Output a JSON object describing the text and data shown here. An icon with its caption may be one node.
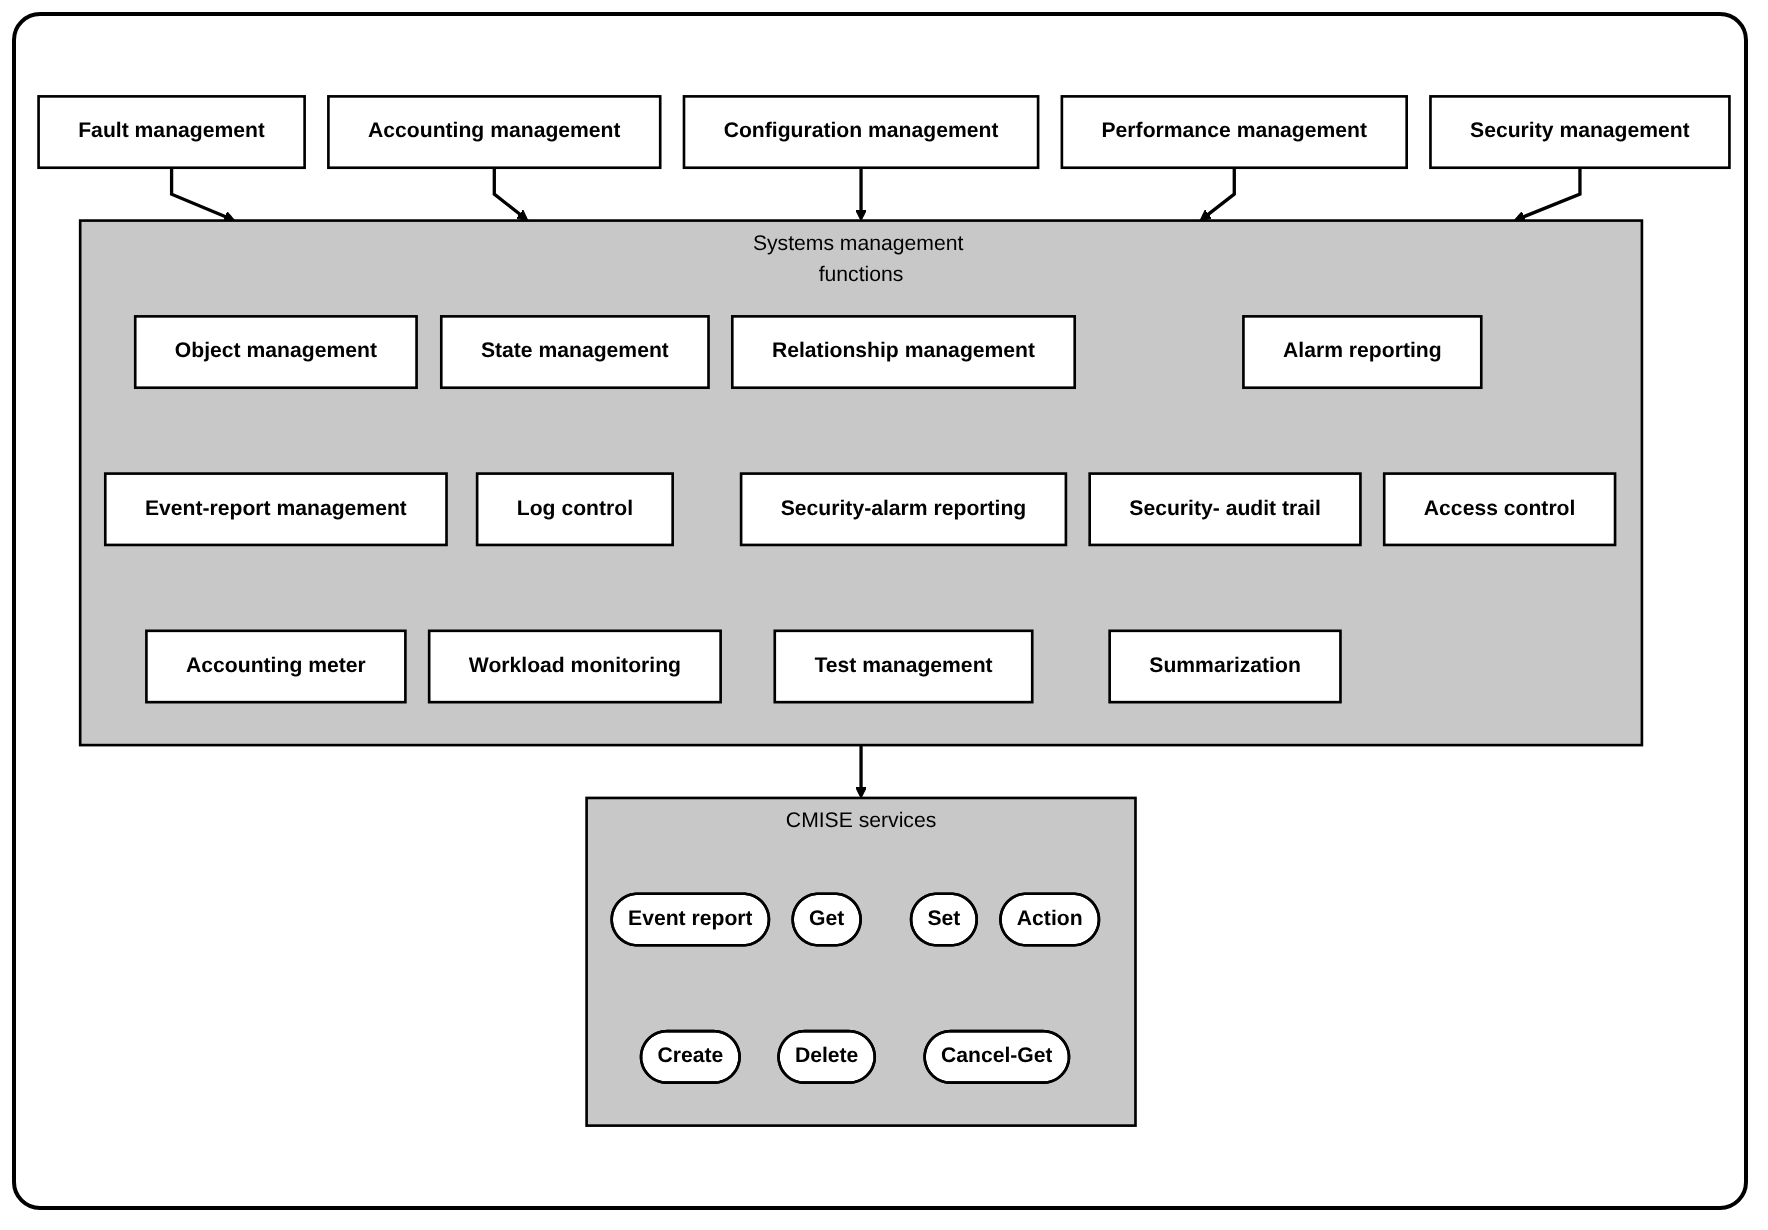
{
  "diagram": {
    "nodes": [
      {
        "text": [
          "Fault management"
        ]
      },
      {
        "text": [
          "Accounting management"
        ]
      },
      {
        "text": [
          "Configuration management"
        ]
      },
      {
        "text": [
          "Performance management"
        ]
      },
      {
        "text": [
          "Security management"
        ]
      },
      {
        "text": [
          "Systems management functions"
        ]
      },
      {
        "text": [
          "Object management"
        ],
        "in": 5
      },
      {
        "text": [
          "State management"
        ],
        "in": 5
      },
      {
        "text": [
          "Relationship management"
        ],
        "in": 5
      },
      {
        "text": [
          "Alarm reporting"
        ],
        "in": 5
      },
      {
        "text": [
          "Event-report management"
        ],
        "in": 5
      },
      {
        "text": [
          "Log control"
        ],
        "in": 5
      },
      {
        "text": [
          "Security-alarm reporting"
        ],
        "in": 5
      },
      {
        "text": [
          "Security- audit trail"
        ],
        "in": 5
      },
      {
        "text": [
          "Access control"
        ],
        "in": 5
      },
      {
        "text": [
          "Accounting meter"
        ],
        "in": 5
      },
      {
        "text": [
          "Workload monitoring"
        ],
        "in": 5
      },
      {
        "text": [
          "Test management"
        ],
        "in": 5
      },
      {
        "text": [
          "Summarization"
        ],
        "in": 5
      },
      {
        "text": [
          "CMISE services"
        ]
      },
      {
        "text": [
          "Event report"
        ],
        "in": 19
      },
      {
        "text": [
          "Get"
        ],
        "in": 19
      },
      {
        "text": [
          "Set"
        ],
        "in": 19
      },
      {
        "text": [
          "Action"
        ],
        "in": 19
      },
      {
        "text": [
          "Create"
        ],
        "in": 19
      },
      {
        "text": [
          "Delete"
        ],
        "in": 19
      },
      {
        "text": [
          "Cancel-Get"
        ],
        "in": 19
      }
    ],
    "edges": [
      {
        "from": 0,
        "to": 5,
        "arrow": "to"
      },
      {
        "from": 1,
        "to": 5,
        "arrow": "to"
      },
      {
        "from": 2,
        "to": 5,
        "arrow": "to"
      },
      {
        "from": 3,
        "to": 5,
        "arrow": "to"
      },
      {
        "from": 4,
        "to": 5,
        "arrow": "to"
      },
      {
        "from": 5,
        "to": 19,
        "arrow": "to"
      }
    ]
  }
}
